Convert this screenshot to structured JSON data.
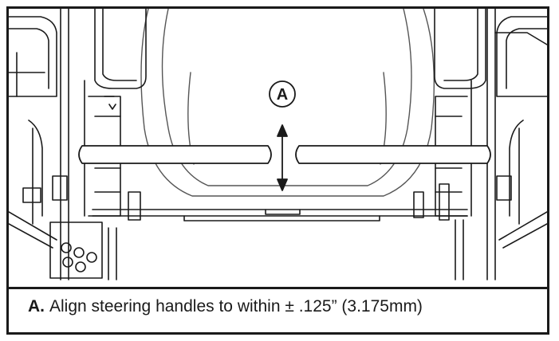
{
  "figure": {
    "callout_letter": "A"
  },
  "caption": {
    "letter": "A.",
    "text": "Align steering handles to within ± .125” (3.175mm)"
  }
}
